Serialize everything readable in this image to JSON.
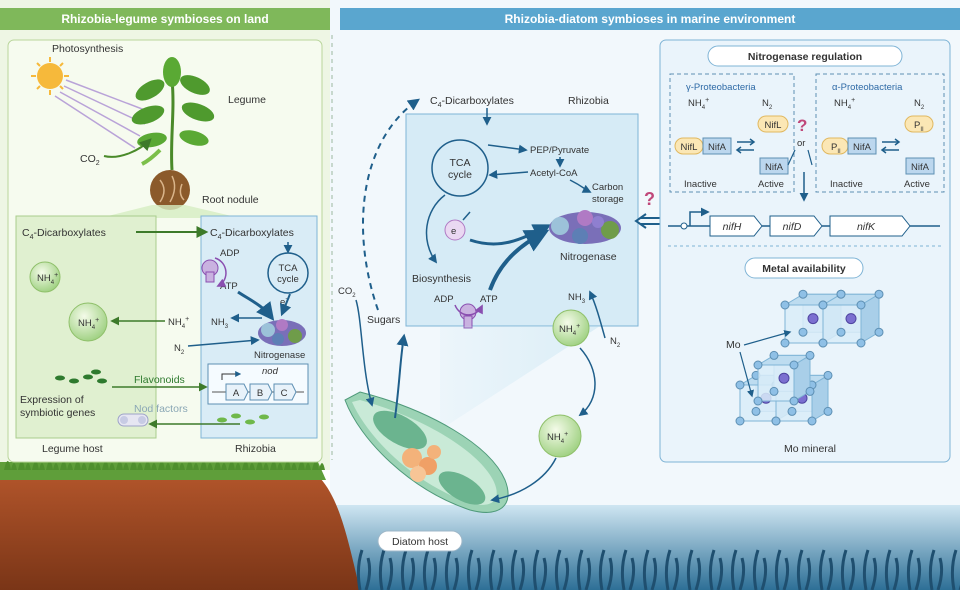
{
  "banners": {
    "land": "Rhizobia-legume symbioses on land",
    "marine": "Rhizobia-diatom symbioses in marine environment"
  },
  "land": {
    "photosynthesis": "Photosynthesis",
    "legume": "Legume",
    "co2": "CO",
    "co2_sub": "2",
    "root_nodule": "Root nodule",
    "host_c4": "C",
    "host_c4_sub": "4",
    "host_c4_rest": "-Dicarboxylates",
    "nh4": "NH",
    "nh4_sup": "4",
    "nh4_plus": "+",
    "expression_line1": "Expression of",
    "expression_line2": "symbiotic genes",
    "legume_host": "Legume host",
    "rhizobia": "Rhizobia",
    "adp": "ADP",
    "atp": "ATP",
    "tca_line1": "TCA",
    "tca_line2": "cycle",
    "electron": "e",
    "nh3": "NH",
    "nh3_sub": "3",
    "n2": "N",
    "n2_sub": "2",
    "nitrogenase": "Nitrogenase",
    "flavonoids": "Flavonoids",
    "nod_factors": "Nod factors",
    "nod": "nod",
    "genes": [
      "A",
      "B",
      "C"
    ]
  },
  "marine": {
    "c4": "C",
    "c4_sub": "4",
    "c4_rest": "-Dicarboxylates",
    "rhizobia": "Rhizobia",
    "pep": "PEP/Pyruvate",
    "acetyl": "Acetyl-CoA",
    "tca_line1": "TCA",
    "tca_line2": "cycle",
    "carbon_line1": "Carbon",
    "carbon_line2": "storage",
    "electron": "e",
    "nitrogenase": "Nitrogenase",
    "biosynthesis": "Biosynthesis",
    "adp": "ADP",
    "atp": "ATP",
    "co2": "CO",
    "co2_sub": "2",
    "sugars": "Sugars",
    "nh3": "NH",
    "nh3_sub": "3",
    "n2": "N",
    "n2_sub": "2",
    "nh4": "NH",
    "nh4_sup": "4",
    "nh4_plus": "+",
    "diatom_host": "Diatom host",
    "question": "?"
  },
  "regulation": {
    "title": "Nitrogenase regulation",
    "gamma_title": "γ-Proteobacteria",
    "alpha_title": "α-Proteobacteria",
    "nh4": "NH",
    "nh4_sup": "4",
    "nh4_plus": "+",
    "n2": "N",
    "n2_sub": "2",
    "nifl": "NifL",
    "nifa": "NifA",
    "pii": "P",
    "pii_sub": "II",
    "inactive": "Inactive",
    "active": "Active",
    "or": "or",
    "question": "?",
    "genes": [
      "nifH",
      "nifD",
      "nifK"
    ]
  },
  "metal": {
    "title": "Metal availability",
    "mo": "Mo",
    "mo_mineral": "Mo mineral"
  }
}
